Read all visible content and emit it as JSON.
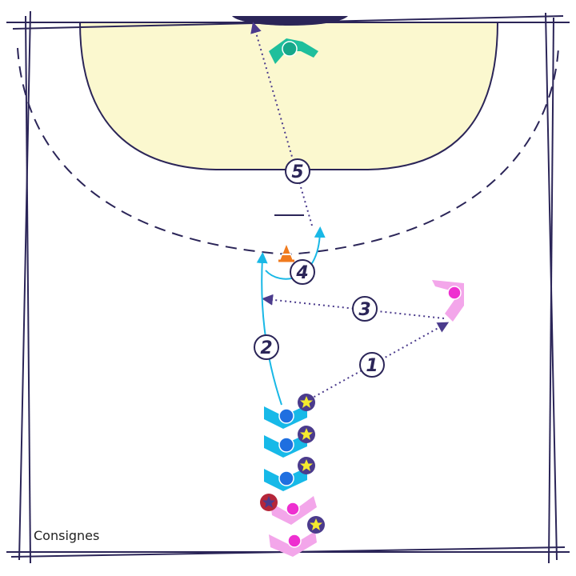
{
  "caption": "Consignes",
  "colors": {
    "court_line": "#2b2558",
    "goal_area": "#fbf8cf",
    "pass_arrow": "#4b3b8c",
    "run_arrow": "#19b8e6",
    "attacker_blue": "#17b9e8",
    "attacker_blue_dot": "#1f6fe0",
    "attacker_pink": "#f3a6ea",
    "attacker_pink_dot": "#ee2fd0",
    "goalkeeper": "#1fbf9c",
    "star_fill": "#f5ea2e",
    "star_badge": "#4b3b8c",
    "star_badge_alt": "#b5263a",
    "cone": "#f07a1e"
  },
  "steps": [
    {
      "number": "1",
      "kind": "pass"
    },
    {
      "number": "2",
      "kind": "run"
    },
    {
      "number": "3",
      "kind": "pass"
    },
    {
      "number": "4",
      "kind": "run"
    },
    {
      "number": "5",
      "kind": "shot"
    }
  ],
  "players": [
    {
      "role": "goalkeeper",
      "color": "green"
    },
    {
      "role": "pivot-receiver",
      "color": "pink"
    },
    {
      "role": "attacker-queue-1",
      "color": "blue",
      "badge": "star"
    },
    {
      "role": "attacker-queue-2",
      "color": "blue",
      "badge": "star"
    },
    {
      "role": "attacker-queue-3",
      "color": "blue",
      "badge": "star"
    },
    {
      "role": "attacker-queue-4",
      "color": "pink",
      "badge": "star-dark"
    },
    {
      "role": "attacker-queue-5",
      "color": "pink",
      "badge": "star"
    }
  ],
  "icons": [
    "cone-icon",
    "star-icon"
  ]
}
